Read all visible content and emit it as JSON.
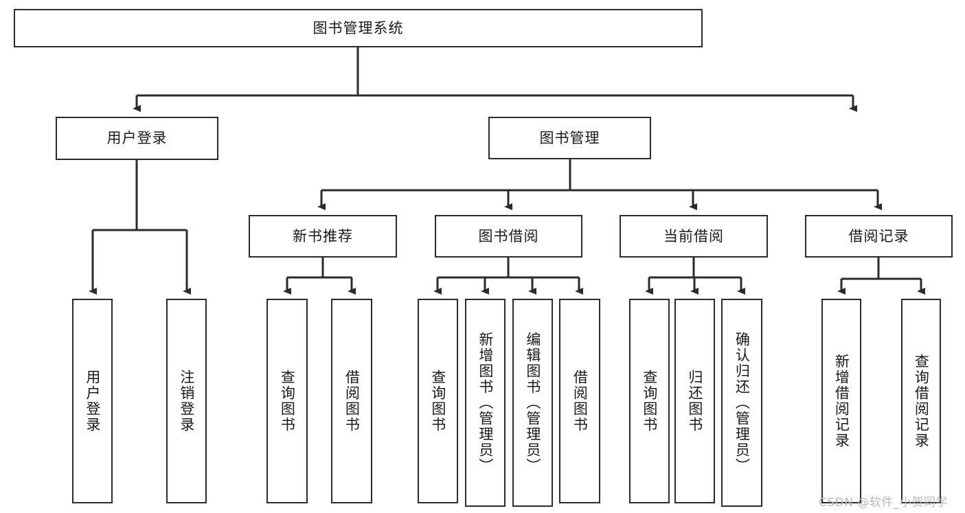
{
  "diagram": {
    "type": "tree",
    "title": "图书管理系统",
    "root": {
      "label": "图书管理系统"
    },
    "level1": [
      {
        "label": "用户登录"
      },
      {
        "label": "图书管理"
      }
    ],
    "level2": [
      {
        "label": "新书推荐"
      },
      {
        "label": "图书借阅"
      },
      {
        "label": "当前借阅"
      },
      {
        "label": "借阅记录"
      }
    ],
    "leaves": {
      "user_login": [
        {
          "label": "用户登录"
        },
        {
          "label": "注销登录"
        }
      ],
      "new_book_recommend": [
        {
          "label": "查询图书"
        },
        {
          "label": "借阅图书"
        }
      ],
      "book_borrow": [
        {
          "label": "查询图书"
        },
        {
          "label": "新增图书（管理员）"
        },
        {
          "label": "编辑图书（管理员）"
        },
        {
          "label": "借阅图书"
        }
      ],
      "current_borrow": [
        {
          "label": "查询图书"
        },
        {
          "label": "归还图书"
        },
        {
          "label": "确认归还（管理员）"
        }
      ],
      "borrow_record": [
        {
          "label": "新增借阅记录"
        },
        {
          "label": "查询借阅记录"
        }
      ]
    },
    "colors": {
      "stroke": "#2b2b2b",
      "fill": "#ffffff",
      "text": "#1a1a1a",
      "watermark": "#b9b9b9"
    }
  },
  "watermark": {
    "text": "CSDN @软件_小贺同学"
  }
}
